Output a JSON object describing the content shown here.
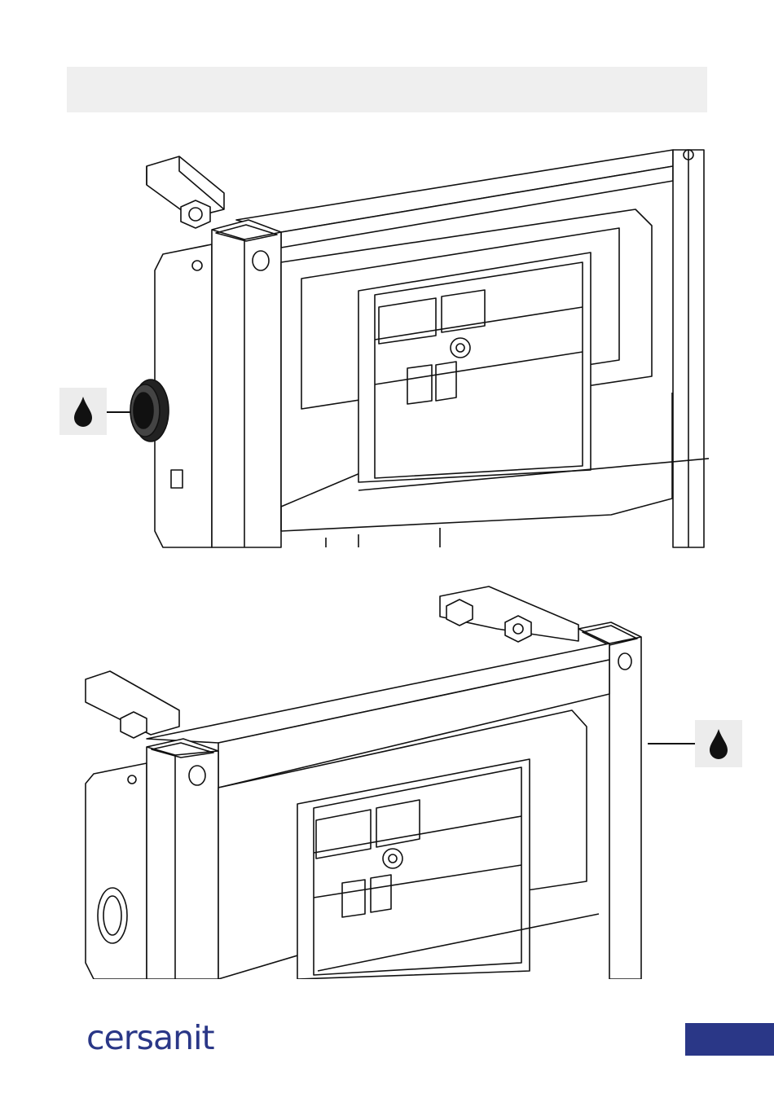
{
  "brand": {
    "logo_text": "cersanit",
    "accent": "#2a3787"
  },
  "header": {
    "bar_color": "#efefef"
  },
  "figures": [
    {
      "name": "frame-with-water-inlet-side",
      "icon": "water-drop-icon"
    },
    {
      "name": "frame-with-water-inlet-top",
      "icon": "water-drop-icon"
    }
  ],
  "colors": {
    "line": "#111111",
    "badge_bg": "#ececec"
  }
}
